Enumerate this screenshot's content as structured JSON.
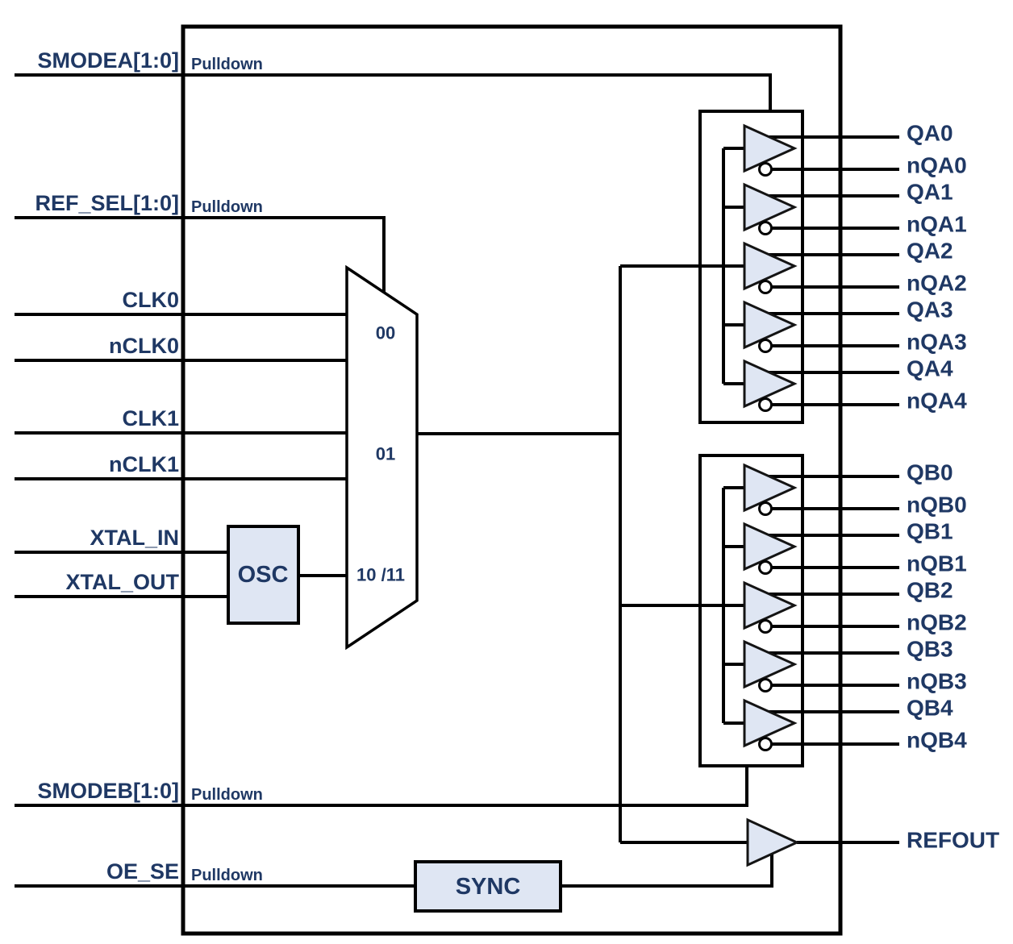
{
  "colors": {
    "label_text": "#1f3864",
    "wire": "#000000",
    "block_fill": "#dfe6f3",
    "background": "#ffffff"
  },
  "inputs": {
    "smodea": {
      "label": "SMODEA[1:0]",
      "note": "Pulldown"
    },
    "ref_sel": {
      "label": "REF_SEL[1:0]",
      "note": "Pulldown"
    },
    "clk0": {
      "label": "CLK0"
    },
    "nclk0": {
      "label": "nCLK0"
    },
    "clk1": {
      "label": "CLK1"
    },
    "nclk1": {
      "label": "nCLK1"
    },
    "xtal_in": {
      "label": "XTAL_IN"
    },
    "xtal_out": {
      "label": "XTAL_OUT"
    },
    "smodeb": {
      "label": "SMODEB[1:0]",
      "note": "Pulldown"
    },
    "oe_se": {
      "label": "OE_SE",
      "note": "Pulldown"
    }
  },
  "blocks": {
    "osc": {
      "label": "OSC"
    },
    "sync": {
      "label": "SYNC"
    },
    "mux": {
      "select_labels": {
        "s00": "00",
        "s01": "01",
        "s10_11": "10 /11"
      }
    }
  },
  "outputs": {
    "bank_a": [
      "QA0",
      "nQA0",
      "QA1",
      "nQA1",
      "QA2",
      "nQA2",
      "QA3",
      "nQA3",
      "QA4",
      "nQA4"
    ],
    "bank_b": [
      "QB0",
      "nQB0",
      "QB1",
      "nQB1",
      "QB2",
      "nQB2",
      "QB3",
      "nQB3",
      "QB4",
      "nQB4"
    ],
    "ref": "REFOUT"
  }
}
